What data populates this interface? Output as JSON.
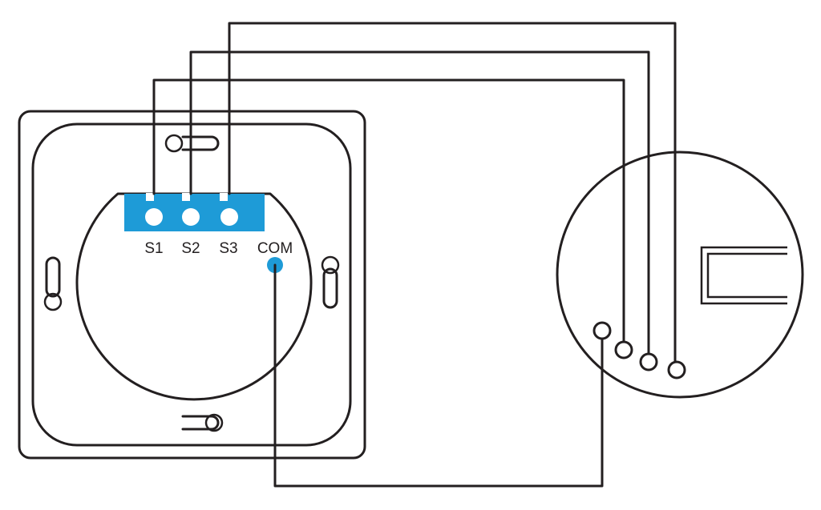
{
  "switch_panel": {
    "terminals": [
      {
        "label": "S1"
      },
      {
        "label": "S2"
      },
      {
        "label": "S3"
      },
      {
        "label": "COM"
      }
    ]
  },
  "colors": {
    "terminal_block": "#1e9bd7",
    "com_dot": "#1e9bd7",
    "line": "#231f20",
    "background": "#ffffff"
  }
}
